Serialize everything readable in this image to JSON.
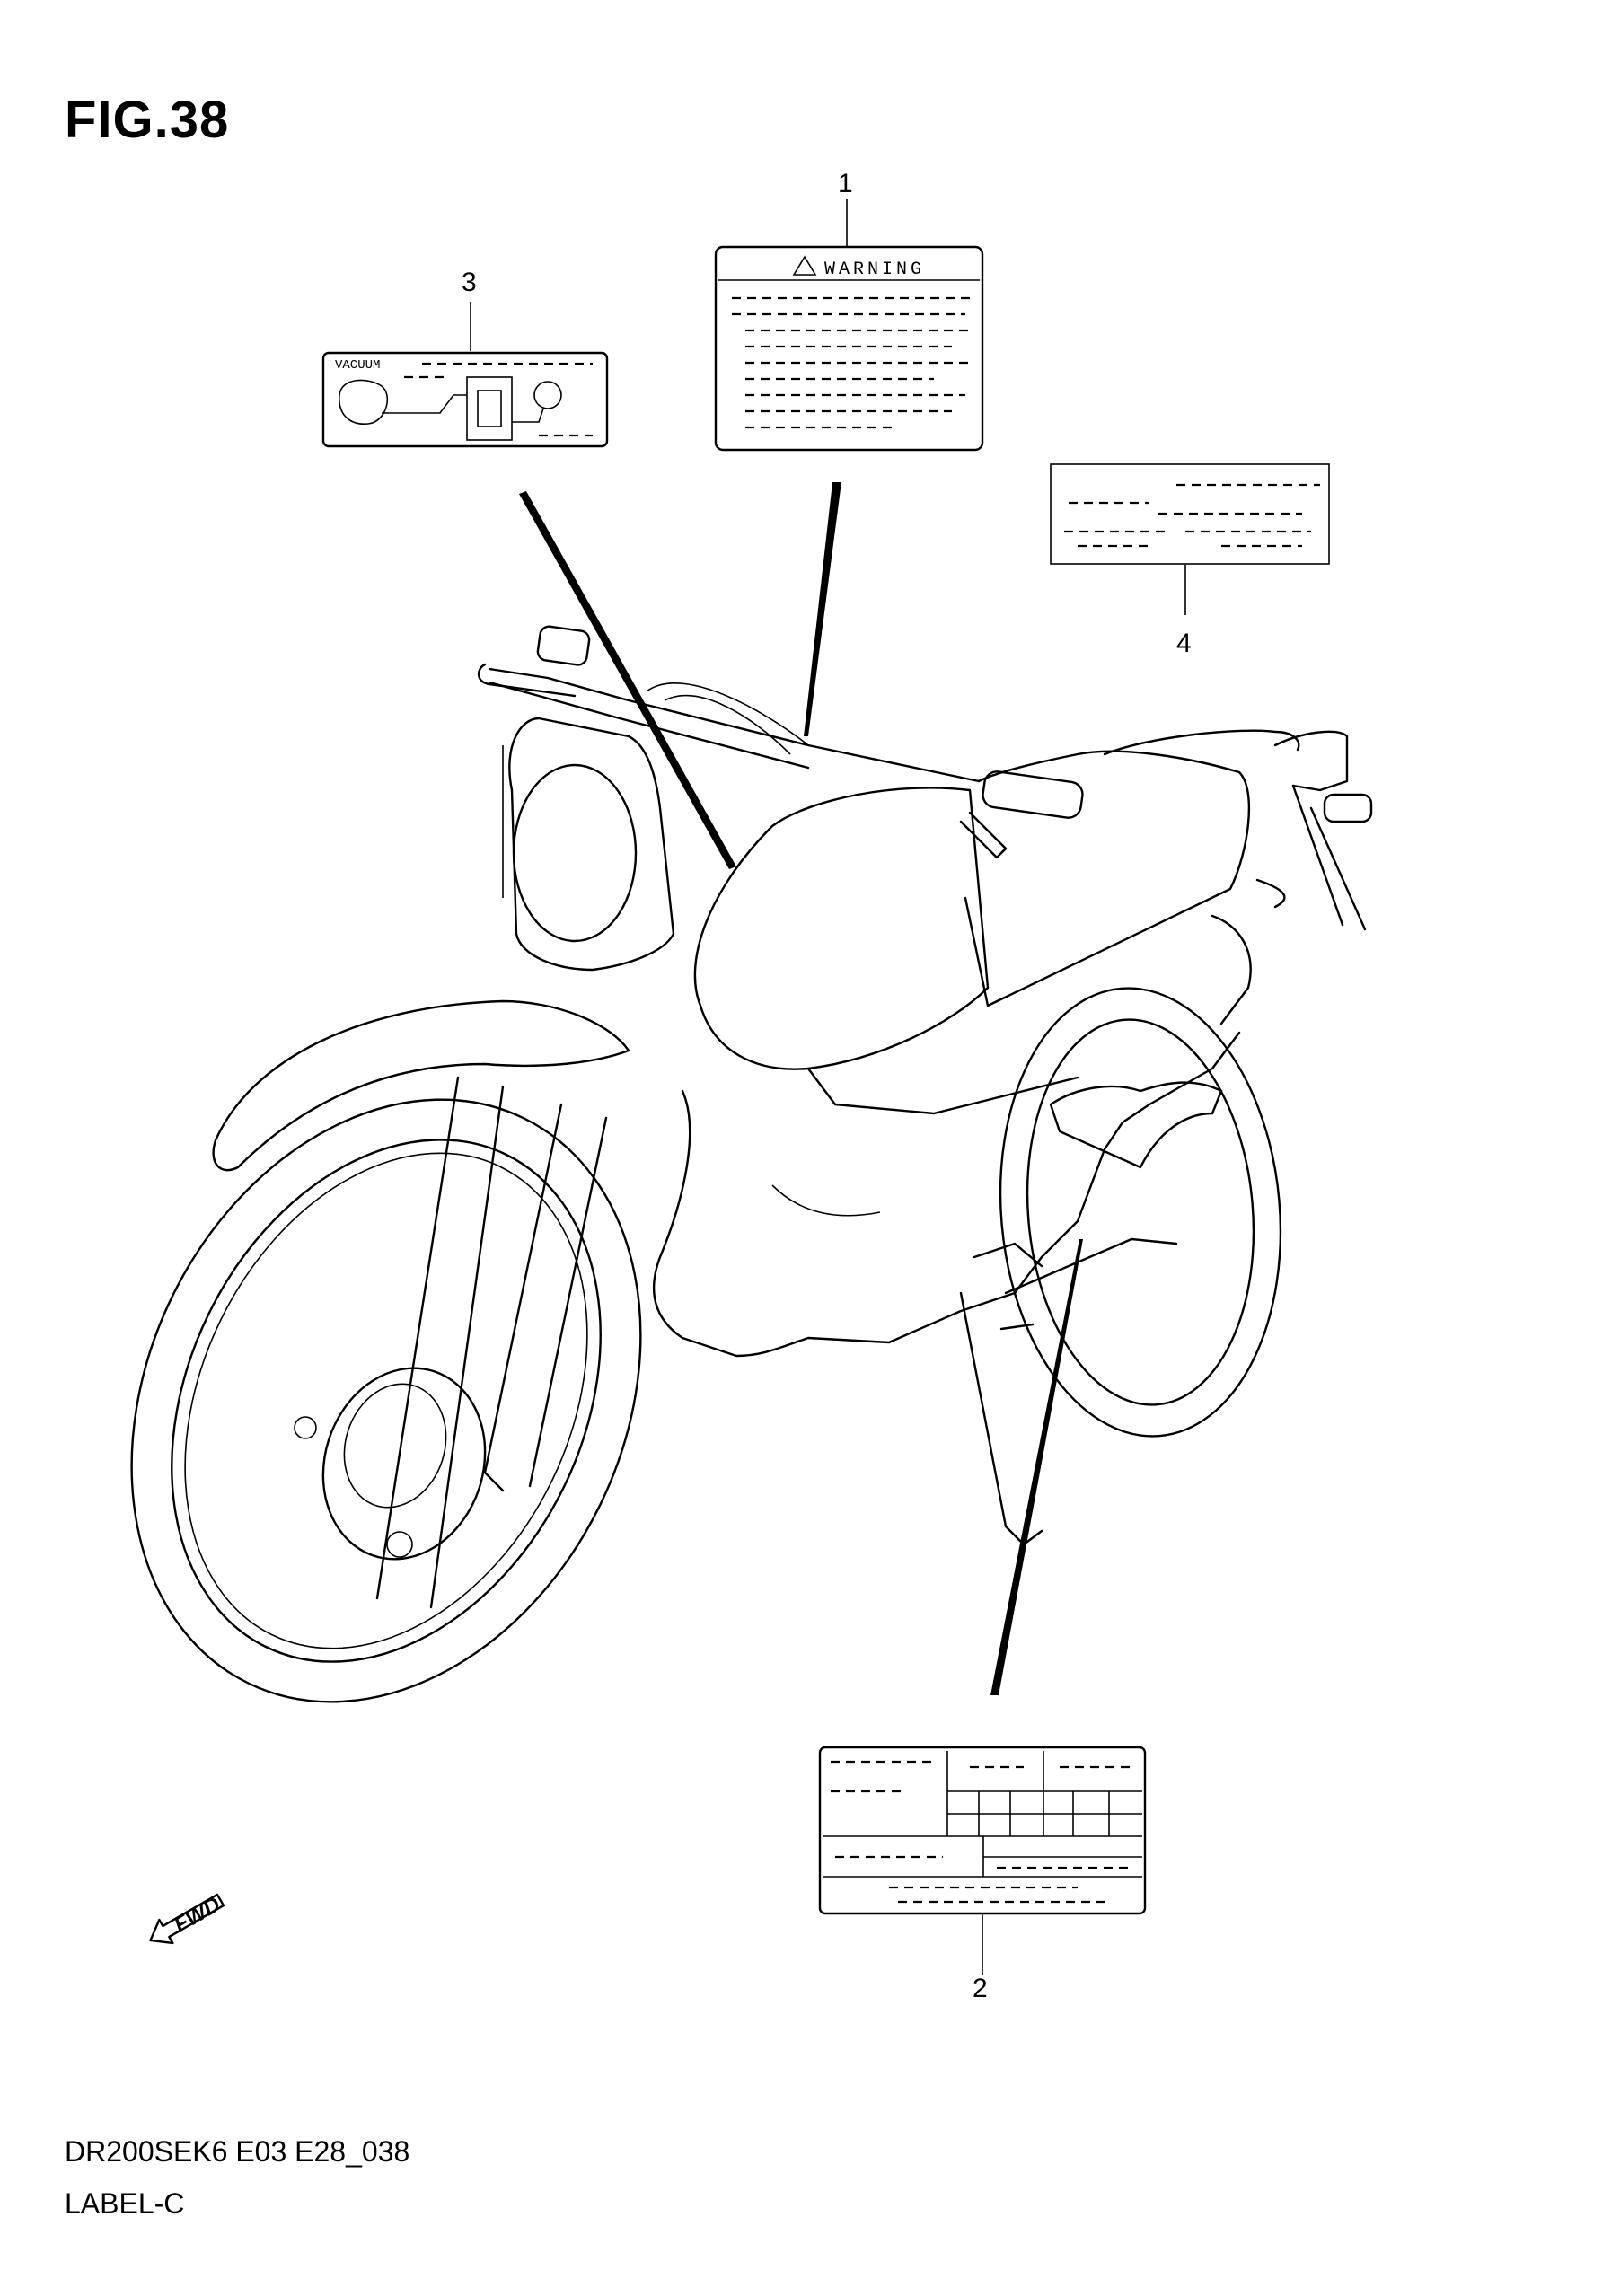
{
  "figure": {
    "title": "FIG.38",
    "code": "DR200SEK6 E03 E28_038",
    "name": "LABEL-C"
  },
  "callouts": [
    "1",
    "2",
    "3",
    "4"
  ],
  "labels": {
    "warning_label_text": "WARNING",
    "vacuum_label_text": "VACUUM"
  },
  "direction_marker": "FWD"
}
